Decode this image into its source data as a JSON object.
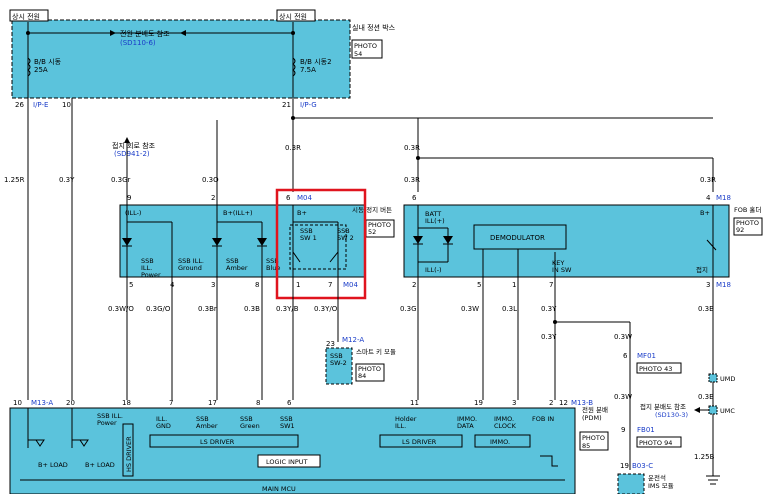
{
  "labels": {
    "top_left_tag": "상시 전원",
    "top_right_tag": "상시 전원",
    "fuse_box_link": "전원 분배도 참조",
    "fuse_box_link_ref": "(SD110-6)",
    "fuse_box_desc": "실내 정션 박스",
    "fuse_box_photo": "PHOTO\n54",
    "fuse1": "B/B 시동",
    "fuse1_amp": "25A",
    "fuse2": "B/B 시동2",
    "fuse2_amp": "7.5A",
    "fuse_pin1": "26",
    "fuse_conn1": "I/P-E",
    "fuse_pin2": "10",
    "fuse_pin3": "21",
    "fuse_conn3": "I/P-G",
    "ground_ref": "접지 회로 참조",
    "ground_ref_sd": "(SD941-2)",
    "wire_125R": "1.25R",
    "wire_03Y_a": "0.3Y",
    "wire_03Gr": "0.3Gr",
    "wire_03O": "0.3O",
    "wire_03R_a": "0.3R",
    "wire_03R_b": "0.3R",
    "wire_03R_c": "0.3R",
    "wire_03R_d": "0.3R",
    "pin9": "9",
    "pin2a": "2",
    "pin6": "6",
    "m04_top": "M04",
    "pin6b": "6",
    "pin4": "4",
    "m18_top": "M18",
    "ssb_desc": "시동/정지 버튼",
    "ssb_photo": "PHOTO\n52",
    "fob_desc": "FOB 홀더",
    "fob_photo": "PHOTO\n92",
    "ill_minus": "(ILL-)",
    "b_plus_ill": "B+(ILL+)",
    "b_plus": "B+",
    "ssb_sw1": "SSB\nSW 1",
    "ssb_sw2": "SSB\nSW 2",
    "ssb_ill_power": "SSB\nILL.\nPower",
    "ssb_ill_ground": "SSB ILL.\nGround",
    "ssb_amber": "SSB\nAmber",
    "ssb_blue": "SSB\nBlue",
    "batt": "BATT\nILL(+)",
    "demod": "DEMODULATOR",
    "ill_minus2": "ILL(-)",
    "key_in_sw": "KEY\nIN SW",
    "fob_b_plus": "B+",
    "fob_ground": "접지",
    "p5": "5",
    "p4": "4",
    "p3": "3",
    "p8": "8",
    "p1": "1",
    "p7": "7",
    "m04_bot": "M04",
    "q2": "2",
    "q5": "5",
    "q1": "1",
    "q7": "7",
    "q3": "3",
    "m18_bot": "M18",
    "w_03WO": "0.3W/O",
    "w_03GO": "0.3G/O",
    "w_03Br": "0.3Br",
    "w_03B": "0.3B",
    "w_03YB": "0.3Y/B",
    "w_03YO": "0.3Y/O",
    "w_03G": "0.3G",
    "w_03W": "0.3W",
    "w_03L": "0.3L",
    "w_03Y_b": "0.3Y",
    "w_03B_b": "0.3B",
    "w_03Y_c": "0.3Y",
    "w_03W_b": "0.3W",
    "w_03W_c": "0.3W",
    "w_03B_c": "0.3B",
    "w_125B": "1.25B",
    "m12a": "M12-A",
    "m12a_pin": "23",
    "ssb_sw2_box": "SSB\nSW-2",
    "conn_desc": "스마트 키 모듈",
    "conn_photo": "PHOTO\n84",
    "mf01": "MF01",
    "mf01_pin": "6",
    "photo43": "PHOTO 43",
    "ground_pt": "접지 분배도 참조",
    "ground_pt_ref": "(SD130-3)",
    "fb01": "FB01",
    "fb01_pin": "9",
    "photo94": "PHOTO 94",
    "umd": "UMD",
    "umc": "UMC",
    "m13a": "M13-A",
    "m13b": "M13-B",
    "b10": "10",
    "b20": "20",
    "b18": "18",
    "b7": "7",
    "b17": "17",
    "b8": "8",
    "b6": "6",
    "b11": "11",
    "b19": "19",
    "b3": "3",
    "b2": "2",
    "b12": "12",
    "mod_ssb_ill_power": "SSB ILL.\nPower",
    "mod_ill_gnd": "ILL.\nGND",
    "mod_ssb_amber": "SSB\nAmber",
    "mod_ssb_green": "SSB\nGreen",
    "mod_ssb_sw1": "SSB\nSW1",
    "mod_holder": "Holder\nILL.",
    "mod_immo_data": "IMMO.\nDATA",
    "mod_immo_clock": "IMMO.\nCLOCK",
    "mod_fob_in": "FOB IN",
    "hs_driver": "HS DRIVER",
    "ls_driver1": "LS DRIVER",
    "ls_driver2": "LS DRIVER",
    "immo": "IMMO.",
    "logic_input": "LOGIC INPUT",
    "main_mcu": "MAIN MCU",
    "b_plus_load1": "B+ LOAD",
    "b_plus_load2": "B+ LOAD",
    "pdm_desc": "전원 분배\n(PDM)",
    "pdm_photo": "PHOTO\n85",
    "b03c": "B03-C",
    "b03c_pin": "19",
    "ims_desc": "운전석\nIMS 모듈"
  },
  "colors": {
    "module_fill": "#5bc3dc",
    "wire": "#000000",
    "connector_text": "#1a3cc8",
    "highlight": "#e0141e"
  }
}
